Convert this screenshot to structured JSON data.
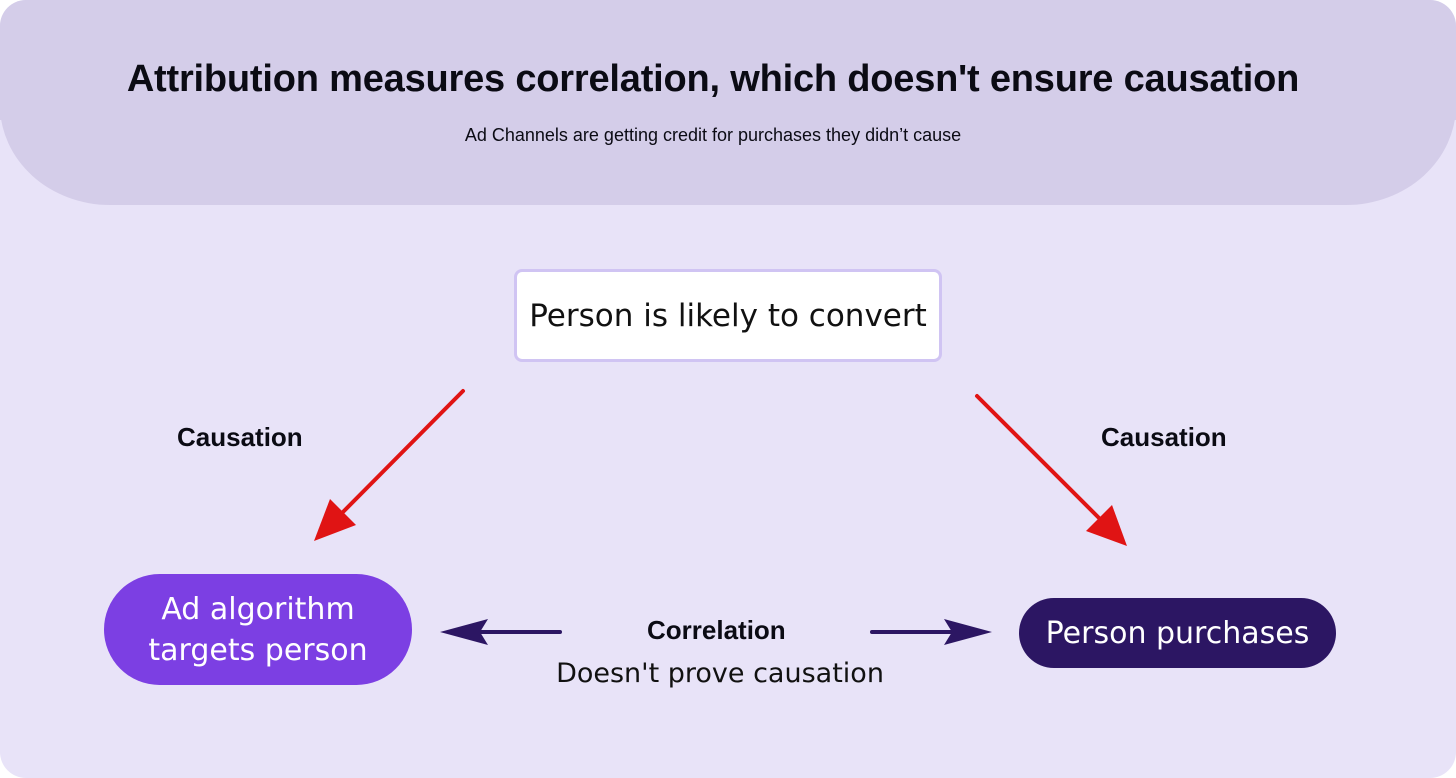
{
  "header": {
    "title": "Attribution measures correlation, which doesn't ensure causation",
    "subtitle": "Ad Channels are getting credit for purchases they didn’t cause"
  },
  "nodes": {
    "top": "Person is likely to convert",
    "left": "Ad algorithm\ntargets person",
    "right": "Person purchases"
  },
  "edges": {
    "left_label": "Causation",
    "right_label": "Causation",
    "middle_label": "Correlation",
    "middle_note": "Doesn't prove causation"
  },
  "colors": {
    "background": "#e8e3f8",
    "header": "#d4cde9",
    "causation_arrow": "#e01414",
    "correlation_arrow": "#2c1663",
    "left_node": "#7c3fe3",
    "right_node": "#2c1663"
  }
}
